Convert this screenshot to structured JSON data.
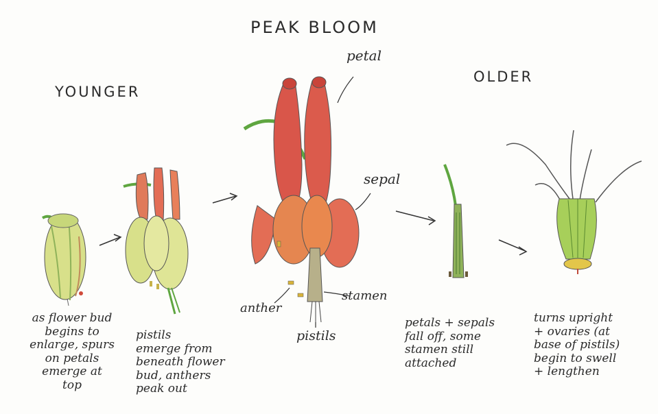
{
  "headings": {
    "peak": "PEAK BLOOM",
    "younger": "YOUNGER",
    "older": "OLDER"
  },
  "labels": {
    "petal": "petal",
    "sepal": "sepal",
    "anther": "anther",
    "stamen": "stamen",
    "pistils": "pistils"
  },
  "captions": {
    "stage1": "as flower bud\nbegins to\nenlarge, spurs\non petals\nemerge at\ntop",
    "stage2": "pistils\n  emerge from\nbeneath flower\nbud, anthers\npeak out",
    "stage4": "petals + sepals\nfall off, some\nstamen still\nattached",
    "stage5": "turns upright\n+ ovaries (at\nbase of pistils)\nbegin to swell\n+ lengthen"
  },
  "colors": {
    "petal_red": "#d9564a",
    "petal_orange": "#e9884e",
    "bud_yellow": "#d8e08a",
    "stem_green": "#5fa640",
    "pencil": "#333333"
  }
}
